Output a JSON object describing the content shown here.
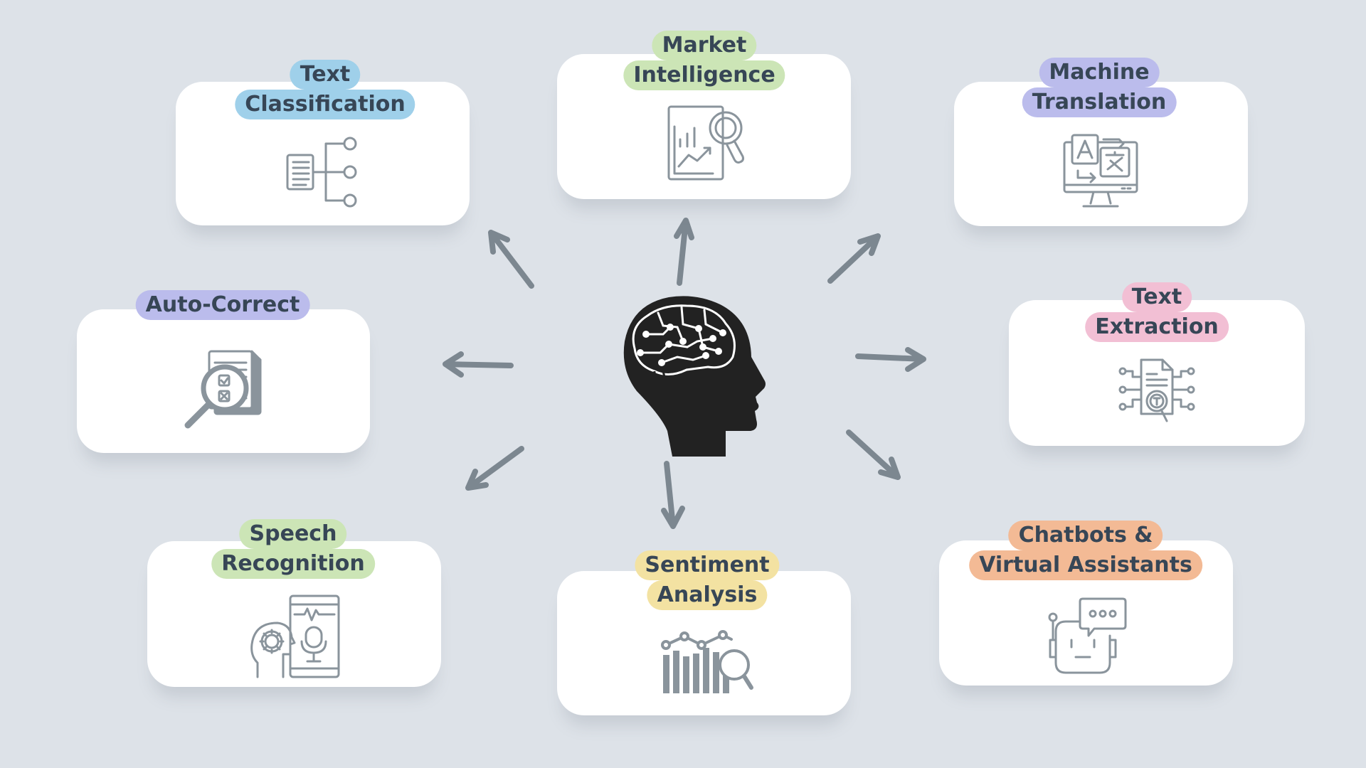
{
  "colors": {
    "background": "#dde2e8",
    "card": "#ffffff",
    "text": "#374656",
    "icon_stroke": "#8a949c",
    "arrow": "#7c8790",
    "head": "#222222",
    "label_blue": "#9fd0ea",
    "label_green": "#cce5b6",
    "label_purple": "#bbbcec",
    "label_pink": "#f2bfd4",
    "label_yellow": "#f3e2a2",
    "label_orange": "#f3ba95"
  },
  "center": {
    "icon": "brain-head-icon"
  },
  "nodes": [
    {
      "id": "text-classification",
      "lines": [
        "Text",
        "Classification"
      ],
      "label_color": "#9fd0ea",
      "icon": "document-tree-icon"
    },
    {
      "id": "market-intelligence",
      "lines": [
        "Market",
        "Intelligence"
      ],
      "label_color": "#cce5b6",
      "icon": "chart-magnifier-icon"
    },
    {
      "id": "machine-translation",
      "lines": [
        "Machine",
        "Translation"
      ],
      "label_color": "#bbbcec",
      "icon": "translation-monitor-icon"
    },
    {
      "id": "auto-correct",
      "lines": [
        "Auto-Correct"
      ],
      "label_color": "#bbbcec",
      "icon": "checklist-magnifier-icon"
    },
    {
      "id": "text-extraction",
      "lines": [
        "Text",
        "Extraction"
      ],
      "label_color": "#f2bfd4",
      "icon": "document-extraction-icon"
    },
    {
      "id": "speech-recognition",
      "lines": [
        "Speech",
        "Recognition"
      ],
      "label_color": "#cce5b6",
      "icon": "speech-phone-head-icon"
    },
    {
      "id": "sentiment-analysis",
      "lines": [
        "Sentiment",
        "Analysis"
      ],
      "label_color": "#f3e2a2",
      "icon": "bar-trend-magnifier-icon"
    },
    {
      "id": "chatbots",
      "lines": [
        "Chatbots &",
        "Virtual Assistants"
      ],
      "label_color": "#f3ba95",
      "icon": "robot-chat-icon"
    }
  ]
}
